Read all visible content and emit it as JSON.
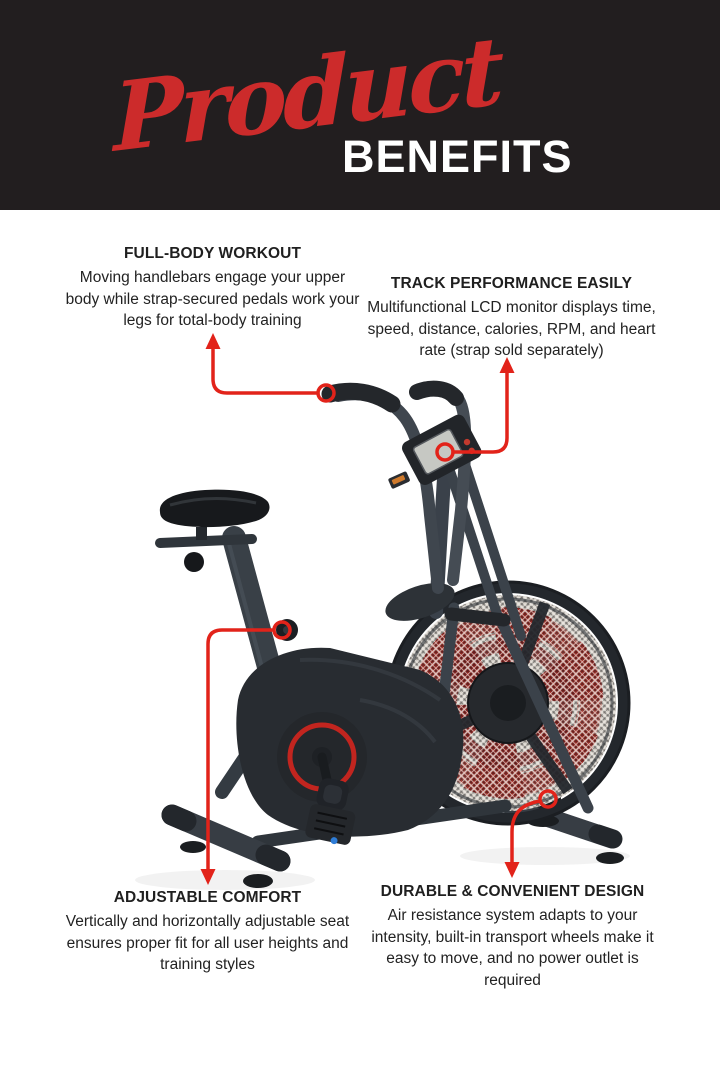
{
  "header": {
    "script_word": "Product",
    "title_word": "BENEFITS"
  },
  "callouts": [
    {
      "id": "full-body-workout",
      "title": "FULL-BODY WORKOUT",
      "body": "Moving handlebars engage your upper body while strap-secured pedals work your legs for total-body training"
    },
    {
      "id": "track-performance",
      "title": "TRACK PERFORMANCE EASILY",
      "body": "Multifunctional LCD monitor displays time, speed, distance, calories, RPM, and heart rate (strap sold separately)"
    },
    {
      "id": "adjustable-comfort",
      "title": "ADJUSTABLE COMFORT",
      "body": "Vertically and horizontally adjustable seat ensures proper fit for all user heights and training styles"
    },
    {
      "id": "durable-design",
      "title": "DURABLE & CONVENIENT DESIGN",
      "body": "Air resistance system adapts to your intensity, built-in transport wheels make it easy to move, and no power outlet is required"
    }
  ],
  "product": {
    "name": "air-resistance-exercise-bike"
  },
  "colors": {
    "accent_red": "#e2231a",
    "script_red": "#cc2b2b",
    "header_bg": "#221e1f",
    "text": "#1f1f1f"
  }
}
